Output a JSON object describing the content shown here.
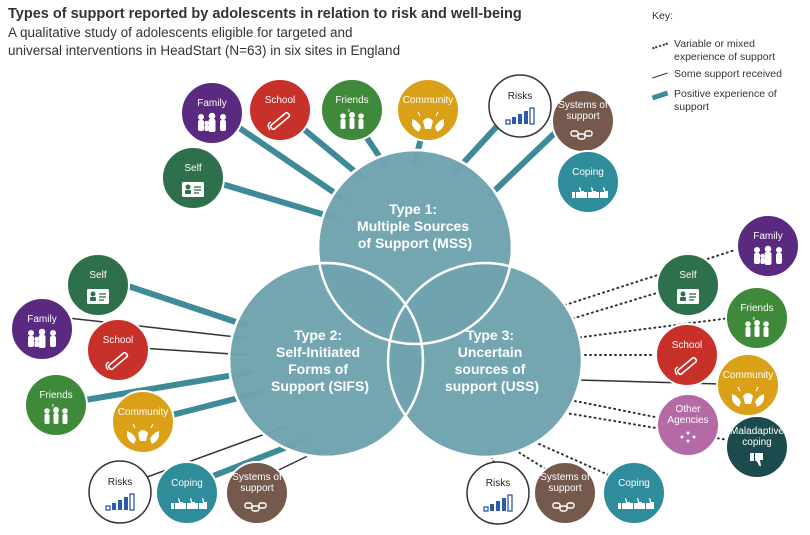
{
  "header": {
    "title": "Types of support reported by adolescents in relation to risk and well-being",
    "subtitle_line1": "A qualitative study of adolescents eligible for targeted and",
    "subtitle_line2": "universal interventions in HeadStart (N=63) in six sites in England"
  },
  "key": {
    "title": "Key:",
    "variable": [
      "Variable or mixed",
      "experience of support"
    ],
    "some": "Some support received",
    "positive": [
      "Positive experience of",
      "support"
    ]
  },
  "types": {
    "mss": [
      "Type 1:",
      "Multiple Sources",
      "of Support (MSS)"
    ],
    "sifs": [
      "Type 2:",
      "Self-Initiated",
      "Forms of",
      "Support (SIFS)"
    ],
    "uss": [
      "Type 3:",
      "Uncertain",
      "sources of",
      "support (USS)"
    ]
  },
  "labels": {
    "family": "Family",
    "school": "School",
    "friends": "Friends",
    "community": "Community",
    "self": "Self",
    "risks": "Risks",
    "systems": [
      "Systems of",
      "support"
    ],
    "coping": "Coping",
    "other_agencies": [
      "Other",
      "Agencies"
    ],
    "maladaptive": [
      "Maladaptive",
      "coping"
    ]
  },
  "colors": {
    "family": "#5a2a80",
    "school": "#c8312a",
    "friends": "#3e8a3a",
    "community": "#d9a018",
    "self": "#2e6f4c",
    "systems": "#76594d",
    "coping": "#2f8c9a",
    "other_agencies": "#b56aa6",
    "maladaptive": "#1c4b4d",
    "risks_border": "#333333",
    "venn": "#6fa3b0",
    "venn_stroke": "#ffffff",
    "positive_line": "#3e8a98"
  }
}
